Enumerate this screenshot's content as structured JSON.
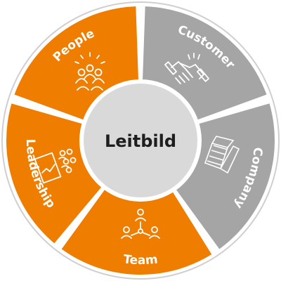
{
  "center": {
    "label": "Leitbild",
    "color": "#d9d9d9"
  },
  "ring_colors": {
    "orange": "#ee7d00",
    "gray": "#a5a5a5",
    "border": "#cfcfcf"
  },
  "segments": [
    {
      "label": "People",
      "color": "#ee7d00",
      "icon": "people-group-icon"
    },
    {
      "label": "Customer",
      "color": "#a5a5a5",
      "icon": "handshake-icon"
    },
    {
      "label": "Company",
      "color": "#a5a5a5",
      "icon": "office-building-icon"
    },
    {
      "label": "Team",
      "color": "#ee7d00",
      "icon": "team-network-icon"
    },
    {
      "label": "Leadership",
      "color": "#ee7d00",
      "icon": "presentation-board-icon"
    }
  ]
}
